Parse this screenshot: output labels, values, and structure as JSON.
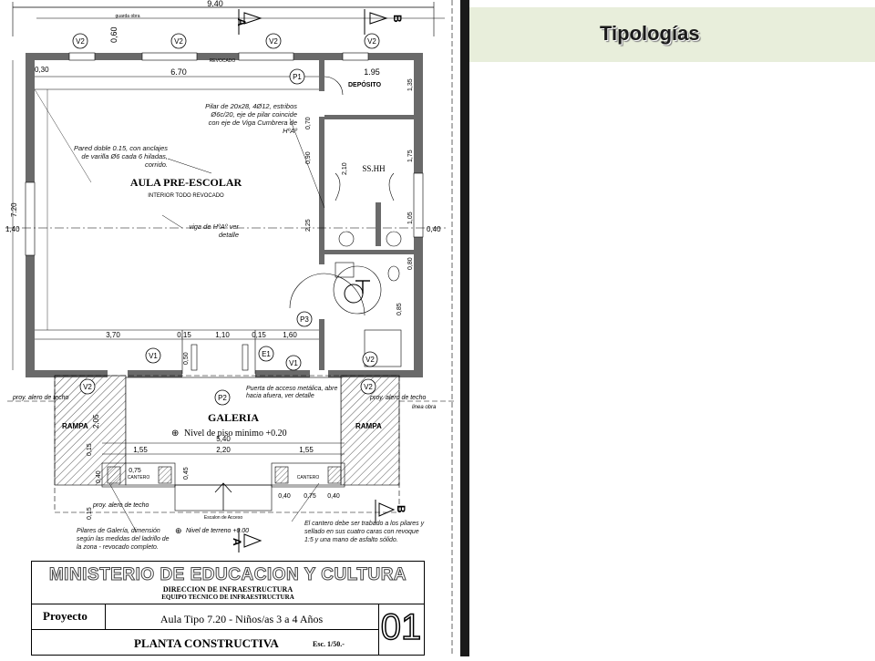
{
  "header": {
    "title": "Tipologías"
  },
  "dims": {
    "total_width": "9.40",
    "guarda_obra": "guarda obra",
    "d_630": "0,60",
    "d_030": "0,30",
    "d_670": "6.70",
    "d_195": "1.95",
    "d_720_left": "7.20",
    "d_140_left": "1,40",
    "d_040_right": "0,40",
    "d_135": "1,35",
    "d_070": "0,70",
    "d_090": "0,90",
    "d_210": "2,10",
    "d_225": "2,25",
    "d_175": "1,75",
    "d_105": "1,05",
    "d_080": "0,80",
    "d_085": "0,85",
    "d_050": "0,50",
    "d_370": "3,70",
    "d_015a": "0,15",
    "d_110": "1,10",
    "d_015b": "0,15",
    "d_160": "1,60",
    "d_205": "2,05",
    "d_540": "5,40",
    "d_155a": "1,55",
    "d_220": "2,20",
    "d_155b": "1,55",
    "d_015c": "0,15",
    "d_040a": "0,40",
    "d_075a": "0,75",
    "d_045": "0,45",
    "d_040b": "0,40",
    "d_075b": "0,75",
    "d_040c": "0,40",
    "d_015d": "0,15"
  },
  "labels": {
    "aula": "AULA PRE-ESCOLAR",
    "aula_sub": "INTERIOR TODO REVOCADO",
    "deposito": "DEPÓSITO",
    "sshh": "SS.HH",
    "galeria": "GALERIA",
    "nivel_piso": "Nivel de piso minimo +0.20",
    "nivel_terreno": "Nivel de terreno +0.00",
    "rampa_left": "RAMPA",
    "rampa_right": "RAMPA",
    "cantero_left": "CANTERO",
    "cantero_right": "CANTERO",
    "escalon": "Escalon de Acceso",
    "revocado": "REVOCADO",
    "proy_alero": "proy. alero de techo",
    "proy_alero2": "proy. alero de techo",
    "linea_obra": "linea obra"
  },
  "tags": {
    "v2": "V2",
    "v1": "V1",
    "p1": "P1",
    "p2": "P2",
    "p3": "P3",
    "e1": "E1"
  },
  "section_marks": {
    "a": "A",
    "b": "B"
  },
  "notes": {
    "pilar": "Pilar de 20x28, 4Ø12, estribos Ø6c/20, eje de pilar coincide con eje de Viga Cumbrera de HºAº",
    "pared": "Pared doble 0.15, con anclajes de varilla Ø6 cada 6 hiladas, corrido.",
    "viga": "viga de HºAº ver detalle",
    "puerta": "Puerta de acceso metálica, abre hacia afuera, ver detalle",
    "pilares_galeria": "Pilares de Galería, dimensión según las medidas del ladrillo de la zona - revocado completo.",
    "cantero": "El cantero debe ser trabado a los pilares y sellado en sus cuatro caras con revoque 1:5 y una mano de asfalto sólido."
  },
  "title_block": {
    "ministerio": "MINISTERIO DE EDUCACION Y CULTURA",
    "direccion": "DIRECCION DE INFRAESTRUCTURA",
    "equipo": "EQUIPO TECNICO DE INFRAESTRUCTURA",
    "proyecto_label": "Proyecto",
    "proyecto_value": "Aula Tipo 7.20 - Niños/as 3 a 4 Años",
    "planta": "PLANTA CONSTRUCTIVA",
    "escala": "Esc. 1/50.-",
    "sheet": "01"
  }
}
